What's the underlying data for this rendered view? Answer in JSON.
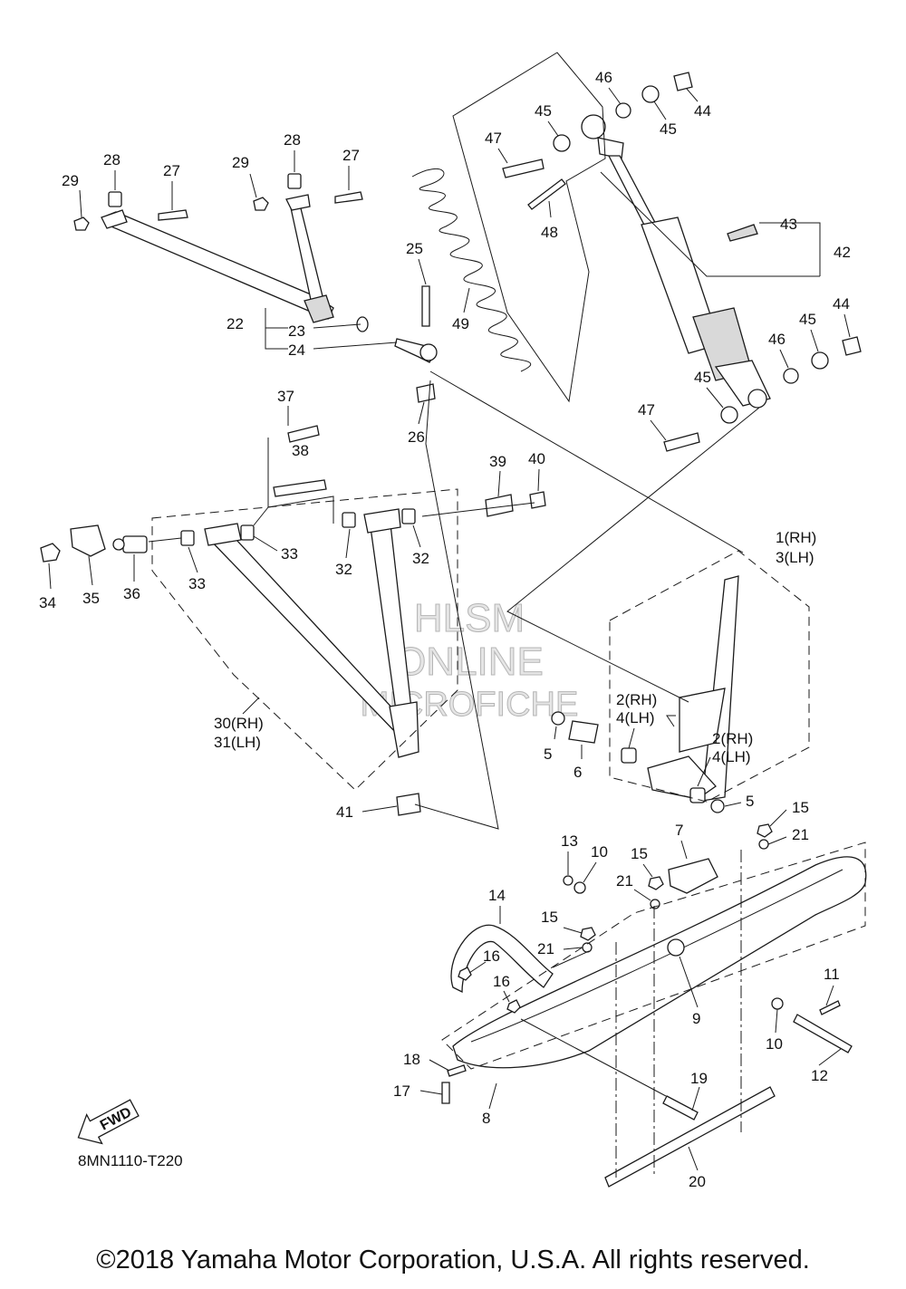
{
  "diagram": {
    "code": "8MN1110-T220",
    "fwd_label": "FWD",
    "watermark": {
      "line1": "HLSM",
      "line2": "ONLINE",
      "line3": "MICROFICHE"
    },
    "callouts": {
      "c1": "1(RH)",
      "c3": "3(LH)",
      "c2a": "2(RH)",
      "c4a": "4(LH)",
      "c2b": "2(RH)",
      "c4b": "4(LH)",
      "c5a": "5",
      "c5b": "5",
      "c6": "6",
      "c7": "7",
      "c8": "8",
      "c9": "9",
      "c10a": "10",
      "c10b": "10",
      "c11": "11",
      "c12": "12",
      "c13": "13",
      "c14": "14",
      "c15a": "15",
      "c15b": "15",
      "c15c": "15",
      "c16a": "16",
      "c16b": "16",
      "c17": "17",
      "c18": "18",
      "c19": "19",
      "c20": "20",
      "c21a": "21",
      "c21b": "21",
      "c21c": "21",
      "c22": "22",
      "c23": "23",
      "c24": "24",
      "c25": "25",
      "c26": "26",
      "c27a": "27",
      "c27b": "27",
      "c28a": "28",
      "c28b": "28",
      "c29a": "29",
      "c29b": "29",
      "c30": "30(RH)",
      "c31": "31(LH)",
      "c32a": "32",
      "c32b": "32",
      "c33a": "33",
      "c33b": "33",
      "c34": "34",
      "c35": "35",
      "c36": "36",
      "c37": "37",
      "c38": "38",
      "c39": "39",
      "c40": "40",
      "c41": "41",
      "c42": "42",
      "c43": "43",
      "c44a": "44",
      "c44b": "44",
      "c45a": "45",
      "c45b": "45",
      "c45c": "45",
      "c45d": "45",
      "c46a": "46",
      "c46b": "46",
      "c47a": "47",
      "c47b": "47",
      "c48": "48",
      "c49": "49"
    }
  },
  "footer": {
    "copyright": "©2018 Yamaha Motor Corporation, U.S.A. All rights reserved."
  }
}
